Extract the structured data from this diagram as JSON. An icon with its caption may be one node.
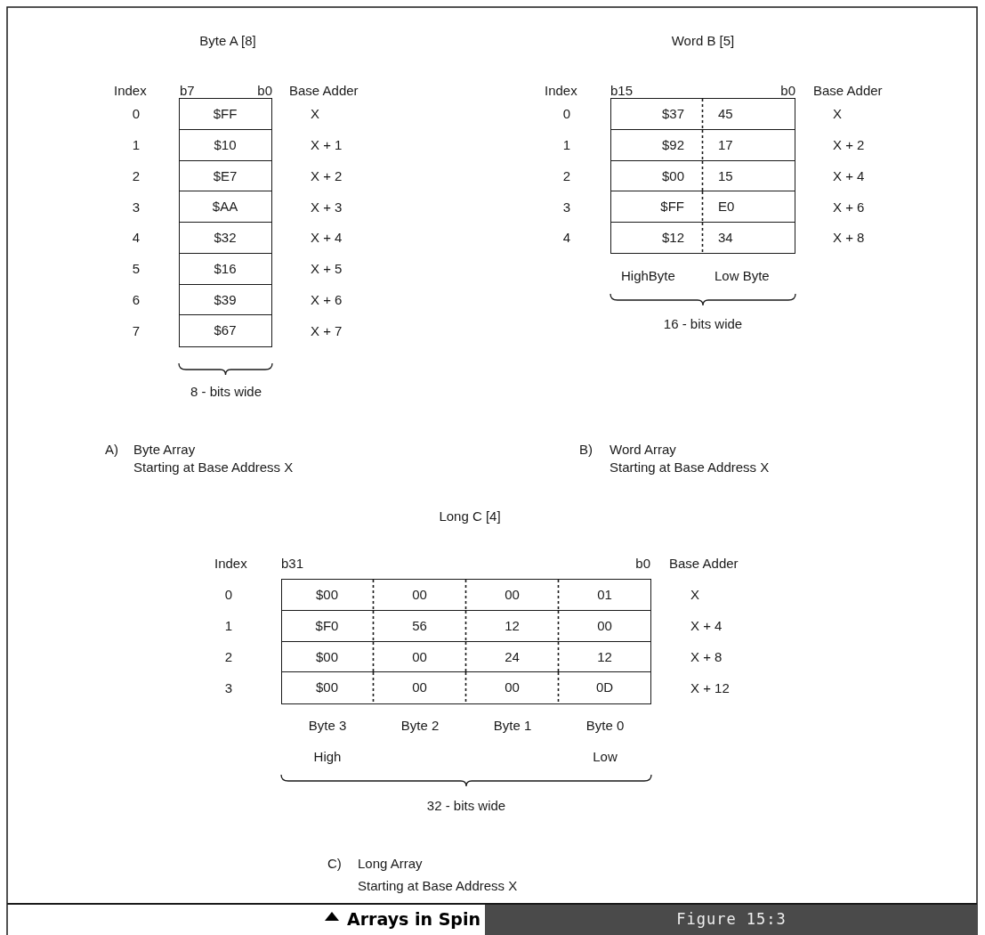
{
  "diagram": {
    "caption": "Arrays in Spin",
    "nodes": [
      {
        "text": [
          "$FF"
        ],
        "beside": [
          "0",
          "X"
        ]
      },
      {
        "text": [
          "$10"
        ],
        "beside": [
          "1",
          "X + 1"
        ]
      },
      {
        "text": [
          "$E7"
        ],
        "beside": [
          "2",
          "X + 2"
        ]
      },
      {
        "text": [
          "$AA"
        ],
        "beside": [
          "3",
          "X + 3"
        ]
      },
      {
        "text": [
          "$32"
        ],
        "beside": [
          "4",
          "X + 4"
        ]
      },
      {
        "text": [
          "$16"
        ],
        "beside": [
          "5",
          "X + 5"
        ]
      },
      {
        "text": [
          "$39"
        ],
        "beside": [
          "6",
          "X + 6"
        ]
      },
      {
        "text": [
          "$67"
        ],
        "beside": [
          "7",
          "X + 7"
        ]
      },
      {
        "text": [
          "$37",
          "45"
        ],
        "beside": [
          "0",
          "X"
        ]
      },
      {
        "text": [
          "$92",
          "17"
        ],
        "beside": [
          "1",
          "X + 2"
        ]
      },
      {
        "text": [
          "$00",
          "15"
        ],
        "beside": [
          "2",
          "X + 4"
        ]
      },
      {
        "text": [
          "$FF",
          "E0"
        ],
        "beside": [
          "3",
          "X + 6"
        ]
      },
      {
        "text": [
          "$12",
          "34"
        ],
        "beside": [
          "4",
          "X + 8"
        ]
      },
      {
        "text": [
          "$00",
          "00",
          "00",
          "01"
        ],
        "beside": [
          "0",
          "X"
        ]
      },
      {
        "text": [
          "$F0",
          "56",
          "12",
          "00"
        ],
        "beside": [
          "1",
          "X + 4"
        ]
      },
      {
        "text": [
          "$00",
          "00",
          "24",
          "12"
        ],
        "beside": [
          "2",
          "X + 8"
        ]
      },
      {
        "text": [
          "$00",
          "00",
          "00",
          "0D"
        ],
        "beside": [
          "3",
          "X + 12"
        ]
      }
    ],
    "edges": [],
    "labels": [
      "Byte A [8]",
      "Word B [5]",
      "Index",
      "b7",
      "b0",
      "Base Adder",
      "Index",
      "b15",
      "b0",
      "Base Adder",
      "HighByte",
      "Low Byte",
      "16 - bits wide",
      "8 - bits wide",
      "A)",
      "Byte Array",
      "Starting at Base Address X",
      "B)",
      "Word Array",
      "Starting at Base Address X",
      "Long C [4]",
      "Index",
      "b31",
      "b0",
      "Base Adder",
      "Byte 3",
      "Byte 2",
      "Byte 1",
      "Byte 0",
      "High",
      "Low",
      "32 - bits wide",
      "C)",
      "Long Array",
      "Starting at Base Address X",
      "Figure 15:3"
    ]
  }
}
